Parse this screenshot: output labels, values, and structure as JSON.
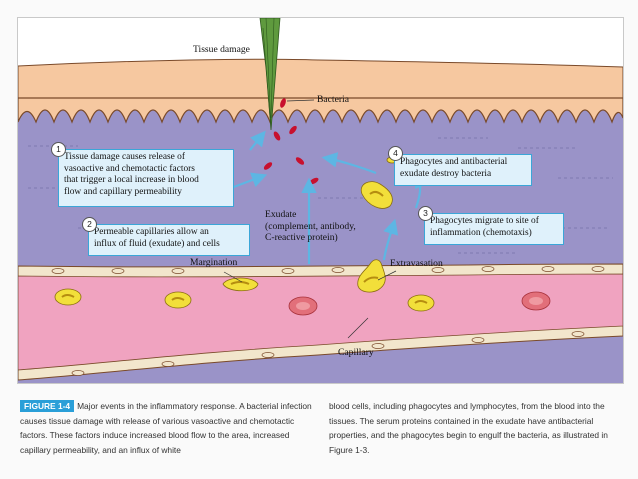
{
  "diagram": {
    "labels": {
      "tissue_damage": "Tissue damage",
      "bacteria": "Bacteria",
      "exudate": "Exudate\n(complement, antibody,\nC-reactive protein)",
      "margination": "Margination",
      "extravasation": "Extravasation",
      "capillary": "Capillary"
    },
    "steps": [
      {
        "number": "1",
        "text": "Tissue damage causes release of\nvasoactive and chemotactic factors\nthat trigger a local increase in blood\nflow and capillary permeability"
      },
      {
        "number": "2",
        "text": "Permeable capillaries allow an\ninflux of fluid (exudate) and cells"
      },
      {
        "number": "3",
        "text": "Phagocytes migrate to site of\ninflammation (chemotaxis)"
      },
      {
        "number": "4",
        "text": "Phagocytes and antibacterial\nexudate destroy bacteria"
      }
    ],
    "colors": {
      "skin": "#f6c8a0",
      "skin_edge": "#7a4a2a",
      "tissue": "#9a93c8",
      "vessel_wall": "#f2e6cc",
      "blood": "#f0a3c0",
      "arrow": "#5db6e3",
      "box_border": "#3ba6d8",
      "box_fill": "#dff1fb",
      "splinter": "#5f9a3e",
      "bacteria": "#c8102e",
      "phagocyte": "#f2df3a",
      "rbc": "#e26f7a"
    }
  },
  "caption": {
    "tag": "FIGURE 1-4",
    "left": "Major events in the inflammatory response. A bacterial infection causes tissue damage with release of various vasoactive and chemotactic factors. These factors induce increased blood flow to the area, increased capillary permeability, and an influx of white",
    "right": "blood cells, including phagocytes and lymphocytes, from the blood into the tissues. The serum proteins contained in the exudate have antibacterial properties, and the phagocytes begin to engulf the bacteria, as illustrated in Figure 1-3."
  }
}
